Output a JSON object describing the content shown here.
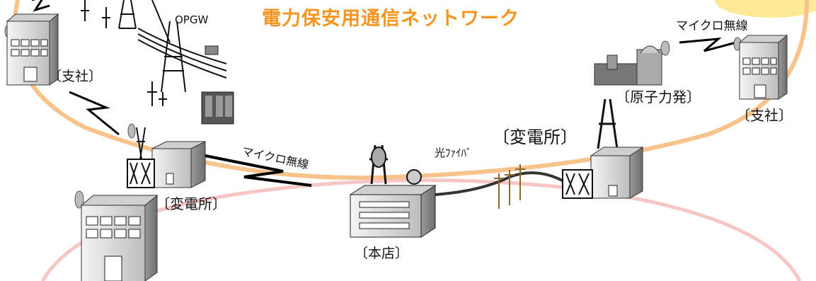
{
  "diagram": {
    "title": "電力保安用通信ネットワーク",
    "labels": {
      "opgw": "OPGW",
      "microwave_right": "マイクロ無線",
      "branch_left": "〔支社〕",
      "branch_right": "〔支社〕",
      "nuclear": "〔原子力発〕",
      "substation_center": "〔変電所〕",
      "substation_left": "〔変電所〕",
      "optical_fiber": "光ﾌｧｲﾊﾞ",
      "microwave_center": "マイクロ無線",
      "head_office": "〔本店〕"
    }
  },
  "colors": {
    "title": "#f7941d",
    "outer_ring": "#f8c38a",
    "pink_ring": "#f8c5c5",
    "sun": "#fde37a"
  }
}
